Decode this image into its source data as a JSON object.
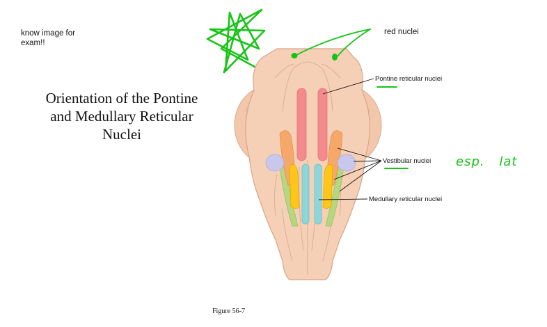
{
  "note": "know image for\nexam!!",
  "title": "Orientation of the Pontine\nand Medullary Reticular\nNuclei",
  "labels": {
    "red_nuclei": "red nuclei",
    "pontine": "Pontine reticular nuclei",
    "vestibular": "Vestibular nuclei",
    "medullary": "Medullary reticular nuclei"
  },
  "handwritten": "esp. lat",
  "caption": "Figure 56-7",
  "colors": {
    "annotation_green": "#15c415",
    "brainstem": "#f6d0b6",
    "pontine": "#f38a8c",
    "vestibular_orange": "#f6a86a",
    "vestibular_yellow": "#ffc61a",
    "vestibular_lavender": "#c7c8ec",
    "vestibular_green": "#b5d77e",
    "medullary": "#8fd6d8"
  }
}
